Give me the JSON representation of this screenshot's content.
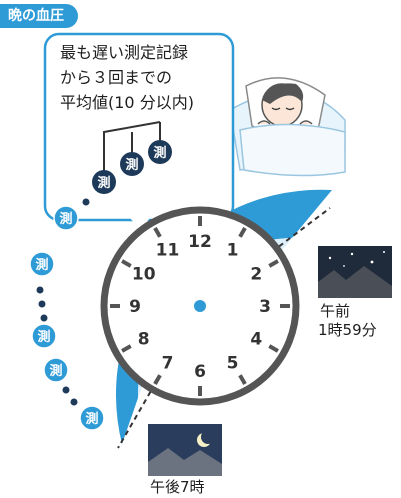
{
  "badge": {
    "label": "晩の血圧"
  },
  "callout": {
    "line1": "最も遅い測定記録",
    "line2": "から３回までの",
    "line3": "平均値(10 分以内)"
  },
  "marker_label": "測",
  "clock": {
    "numbers": [
      "12",
      "1",
      "2",
      "3",
      "4",
      "5",
      "6",
      "7",
      "8",
      "9",
      "10",
      "11"
    ]
  },
  "start_caption": "午後7時",
  "end_caption": {
    "line1": "午前",
    "line2": "1時59分"
  },
  "colors": {
    "accent": "#2e9bd6",
    "light": "#dceffa",
    "clock_face": "#555555",
    "night": "#1f2a3a"
  },
  "icons": {
    "sleep": "sleeping-person-icon",
    "moon": "moon-icon",
    "night_sky": "starry-sky-icon"
  }
}
